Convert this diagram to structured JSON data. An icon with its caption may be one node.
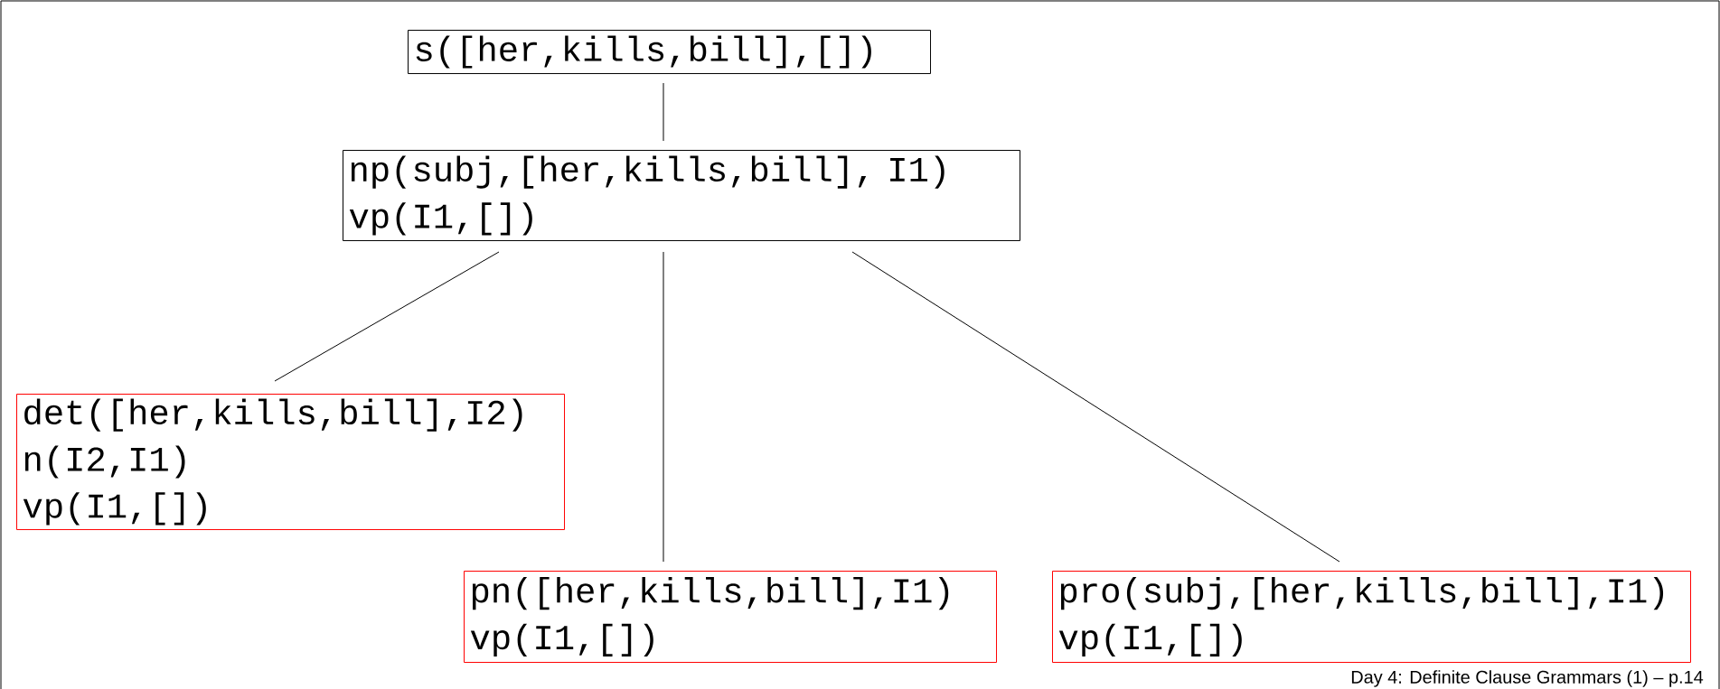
{
  "diagram": {
    "nodes": [
      {
        "text": [
          "s([her,kills,bill],[])"
        ]
      },
      {
        "text": [
          "np(subj,[her,kills,bill], I1)",
          "vp(I1,[])"
        ]
      },
      {
        "text": [
          "det([her,kills,bill],I2)",
          "n(I2,I1)",
          "vp(I1,[])"
        ]
      },
      {
        "text": [
          "pn([her,kills,bill],I1)",
          "vp(I1,[])"
        ]
      },
      {
        "text": [
          "pro(subj,[her,kills,bill],I1)",
          "vp(I1,[])"
        ]
      }
    ],
    "edges": [
      {
        "from": 0,
        "to": 1,
        "arrow": "none"
      },
      {
        "from": 1,
        "to": 2,
        "arrow": "none"
      },
      {
        "from": 1,
        "to": 3,
        "arrow": "none"
      },
      {
        "from": 1,
        "to": 4,
        "arrow": "none"
      }
    ],
    "labels": [
      "Day 4: Definite Clause Grammars (1) – p.14"
    ]
  }
}
